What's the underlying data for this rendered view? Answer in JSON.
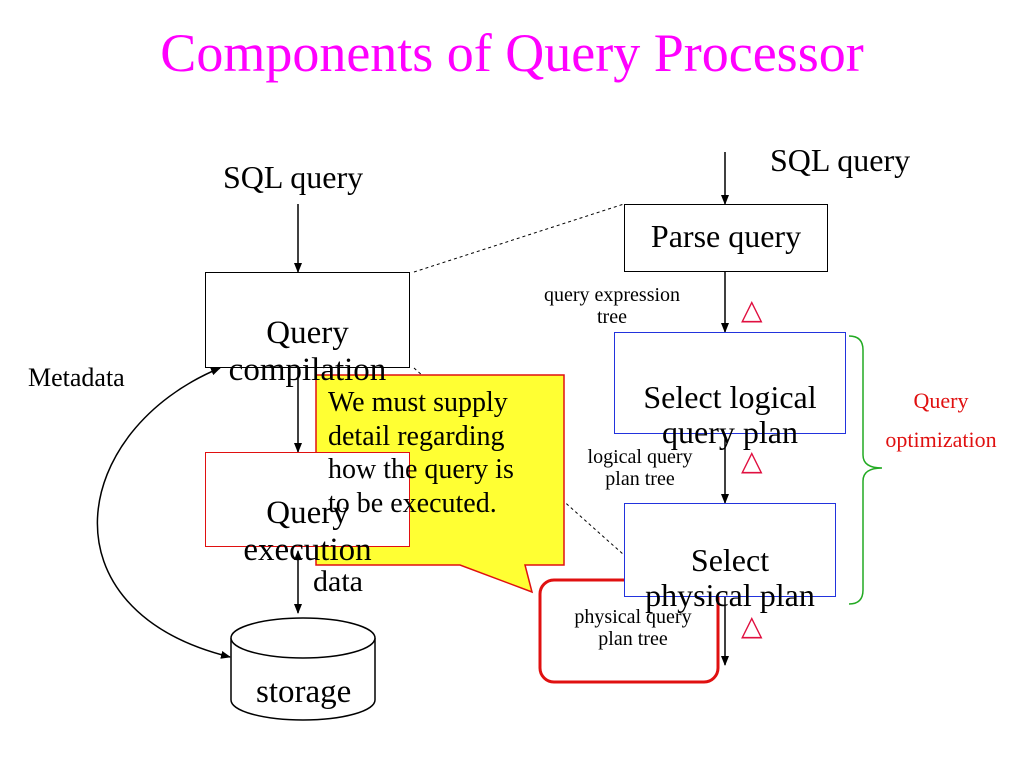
{
  "slide": {
    "title": "Components of Query Processor"
  },
  "left": {
    "sql_query": "SQL query",
    "query_compilation": "Query\ncompilation",
    "metadata": "Metadata",
    "query_execution": "Query\nexecution",
    "data": "data",
    "storage": "storage"
  },
  "right": {
    "sql_query": "SQL query",
    "parse_query": "Parse query",
    "query_expression_tree": "query expression\ntree",
    "select_logical": "Select logical\nquery plan",
    "logical_query_plan_tree": "logical query\nplan tree",
    "select_physical": "Select\nphysical plan",
    "physical_query_plan_tree": "physical query\nplan tree",
    "query_optimization": "Query\noptimization",
    "delta_symbol": "△"
  },
  "callout": {
    "text": "We must supply\ndetail regarding\nhow the query is\nto be executed."
  },
  "colors": {
    "title": "#ff00ff",
    "blue_box": "#2233dd",
    "red": "#e01010",
    "brace": "#22aa22",
    "callout_fill": "#ffff33",
    "callout_border": "#e01010"
  },
  "icons": {
    "delta": "triangle-outline-icon",
    "storage": "cylinder-icon"
  }
}
